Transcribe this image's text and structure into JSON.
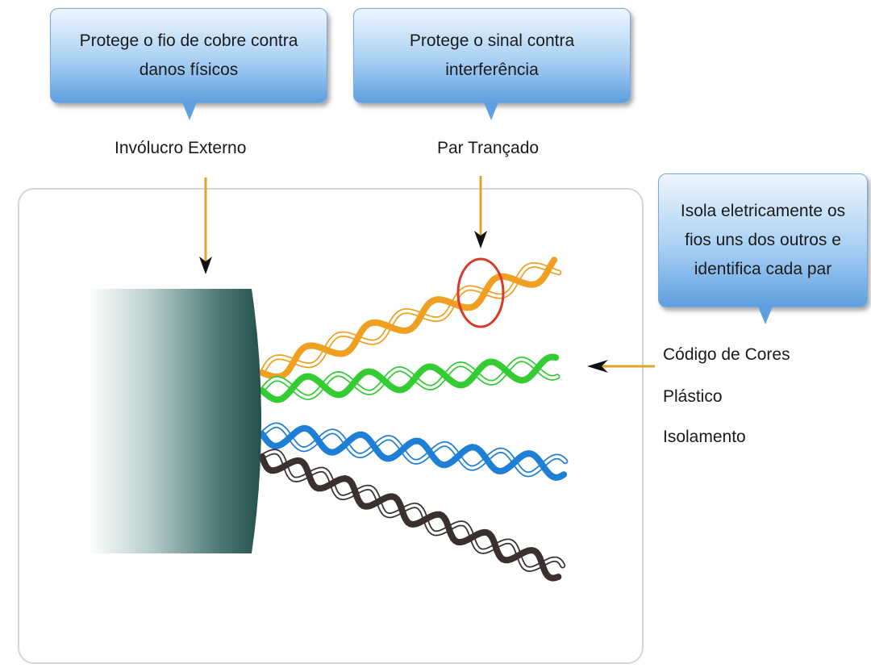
{
  "callouts": {
    "outer_jacket_description": "Protege o fio de cobre contra\ndanos físicos",
    "twisted_pair_description": "Protege o sinal contra\ninterferência",
    "insulation_description": "Isola eletricamente os\nfios uns dos outros e\nidentifica cada par"
  },
  "labels": {
    "outer_jacket": "Invólucro Externo",
    "twisted_pair": "Par Trançado",
    "color_code": "Código de Cores",
    "plastic": "Plástico",
    "insulation": "Isolamento"
  },
  "colors": {
    "pointer_arrow": "#e3a42a",
    "callout_blue": "#5e9fe0",
    "jacket": "#2f5e5c",
    "pair_orange": "#f0a020",
    "pair_green": "#33cc33",
    "pair_blue": "#1f7fd6",
    "pair_brown": "#3a3030",
    "highlight_circle": "#d83a2a"
  },
  "icons": {
    "highlight": "highlight-circle-icon"
  }
}
